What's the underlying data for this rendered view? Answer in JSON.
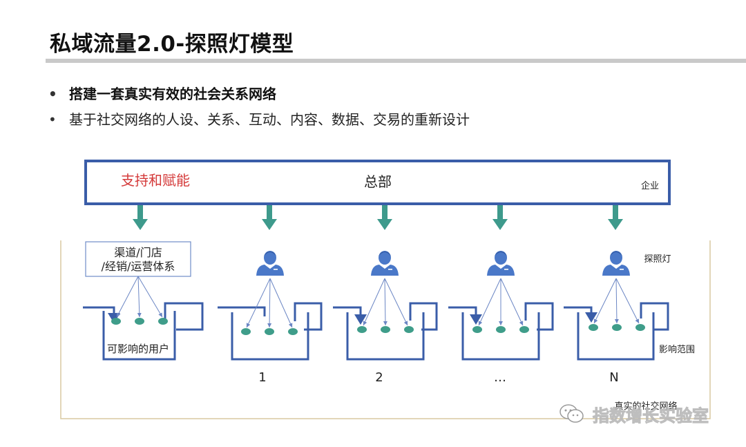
{
  "title": "私域流量2.0-探照灯模型",
  "bullets": [
    "搭建一套真实有效的社会关系网络",
    "基于社交网络的人设、关系、互动、内容、数据、交易的重新设计"
  ],
  "diagram": {
    "hq_label": "总部",
    "support_label": "支持和赋能",
    "enterprise_label": "企业",
    "channel_label_line1": "渠道/门店",
    "channel_label_line2": "/经销/运营体系",
    "users_label": "可影响的用户",
    "spotlight_label": "探照灯",
    "range_label": "影响范围",
    "network_label": "真实的社交网络",
    "group_numbers": [
      "1",
      "2",
      "…",
      "N"
    ]
  },
  "watermark": "指数增长实验室",
  "colors": {
    "frame_blue": "#3a5da8",
    "arrow_teal": "#3e9a8c",
    "dot_teal": "#3f9d8a",
    "person_blue": "#4a78c8",
    "support_red": "#d43a3a",
    "network_border": "#d8c9a0"
  }
}
